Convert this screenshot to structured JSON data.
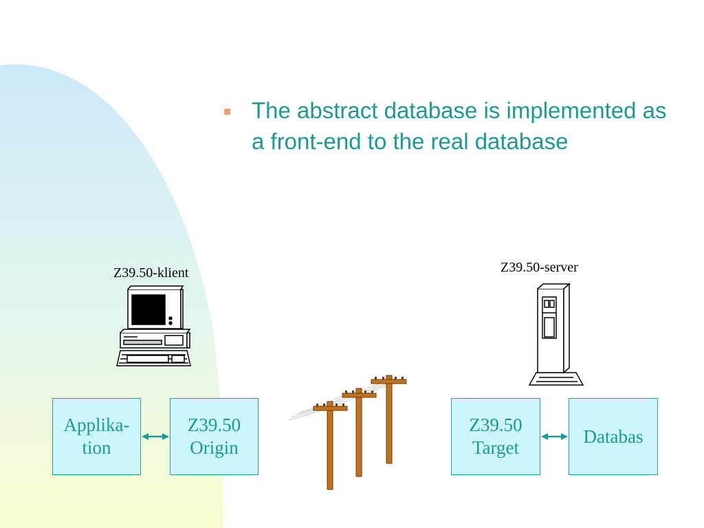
{
  "bullet": {
    "text": "The abstract database is implemented as a front-end to the real database"
  },
  "client": {
    "caption": "Z39.50-klient"
  },
  "server": {
    "caption": "Z39.50-server"
  },
  "boxes": {
    "application": {
      "line1": "Applika-",
      "line2": "tion"
    },
    "origin": {
      "line1": "Z39.50",
      "line2": "Origin"
    },
    "target": {
      "line1": "Z39.50",
      "line2": "Target"
    },
    "database": {
      "line1": "Databas"
    }
  },
  "icons": [
    "desktop-computer-icon",
    "server-tower-icon",
    "telephone-poles-icon",
    "double-arrow-icon"
  ],
  "colors": {
    "text": "#1a9a92",
    "box_fill": "#ccf6fb",
    "box_border": "#2a9e96",
    "bullet": "#f4a170",
    "pole": "#c0721f"
  }
}
